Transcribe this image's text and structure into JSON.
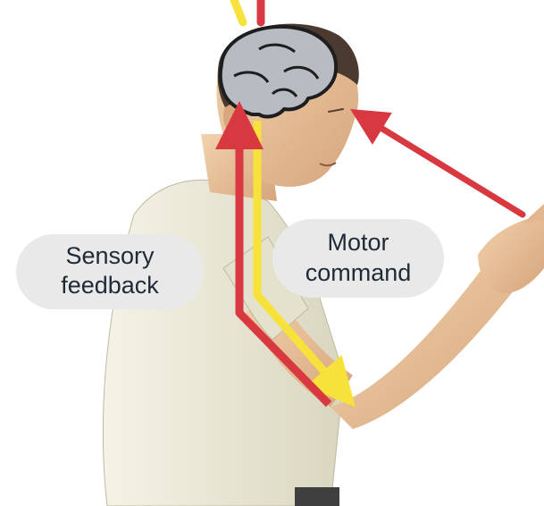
{
  "labels": {
    "sensory_line1": "Sensory",
    "sensory_line2": "feedback",
    "motor_line1": "Motor",
    "motor_line2": "command"
  },
  "colors": {
    "sensory_arrow": "#d8383f",
    "motor_arrow": "#f6e23a",
    "brain": "#b8bcc2",
    "skin": "#e8c29b",
    "shirt": "#eceada",
    "hair": "#4a3a30",
    "bubble": "#e9e9e9",
    "text": "#1f2a36"
  },
  "icons": {
    "brain": "brain-icon",
    "person": "person-figure"
  }
}
